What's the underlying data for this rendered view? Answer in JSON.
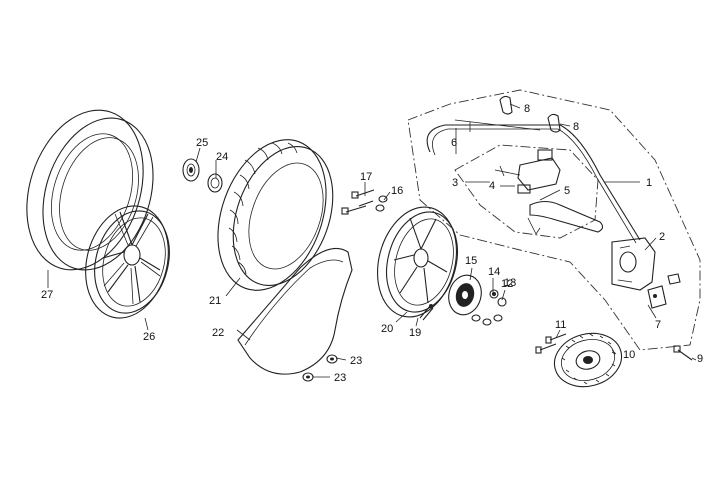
{
  "diagram": {
    "callouts": [
      "1",
      "2",
      "3",
      "4",
      "5",
      "6",
      "7",
      "8",
      "8",
      "9",
      "10",
      "11",
      "12",
      "13",
      "14",
      "15",
      "16",
      "17",
      "19",
      "20",
      "21",
      "22",
      "23",
      "23",
      "24",
      "25",
      "26",
      "27"
    ]
  }
}
